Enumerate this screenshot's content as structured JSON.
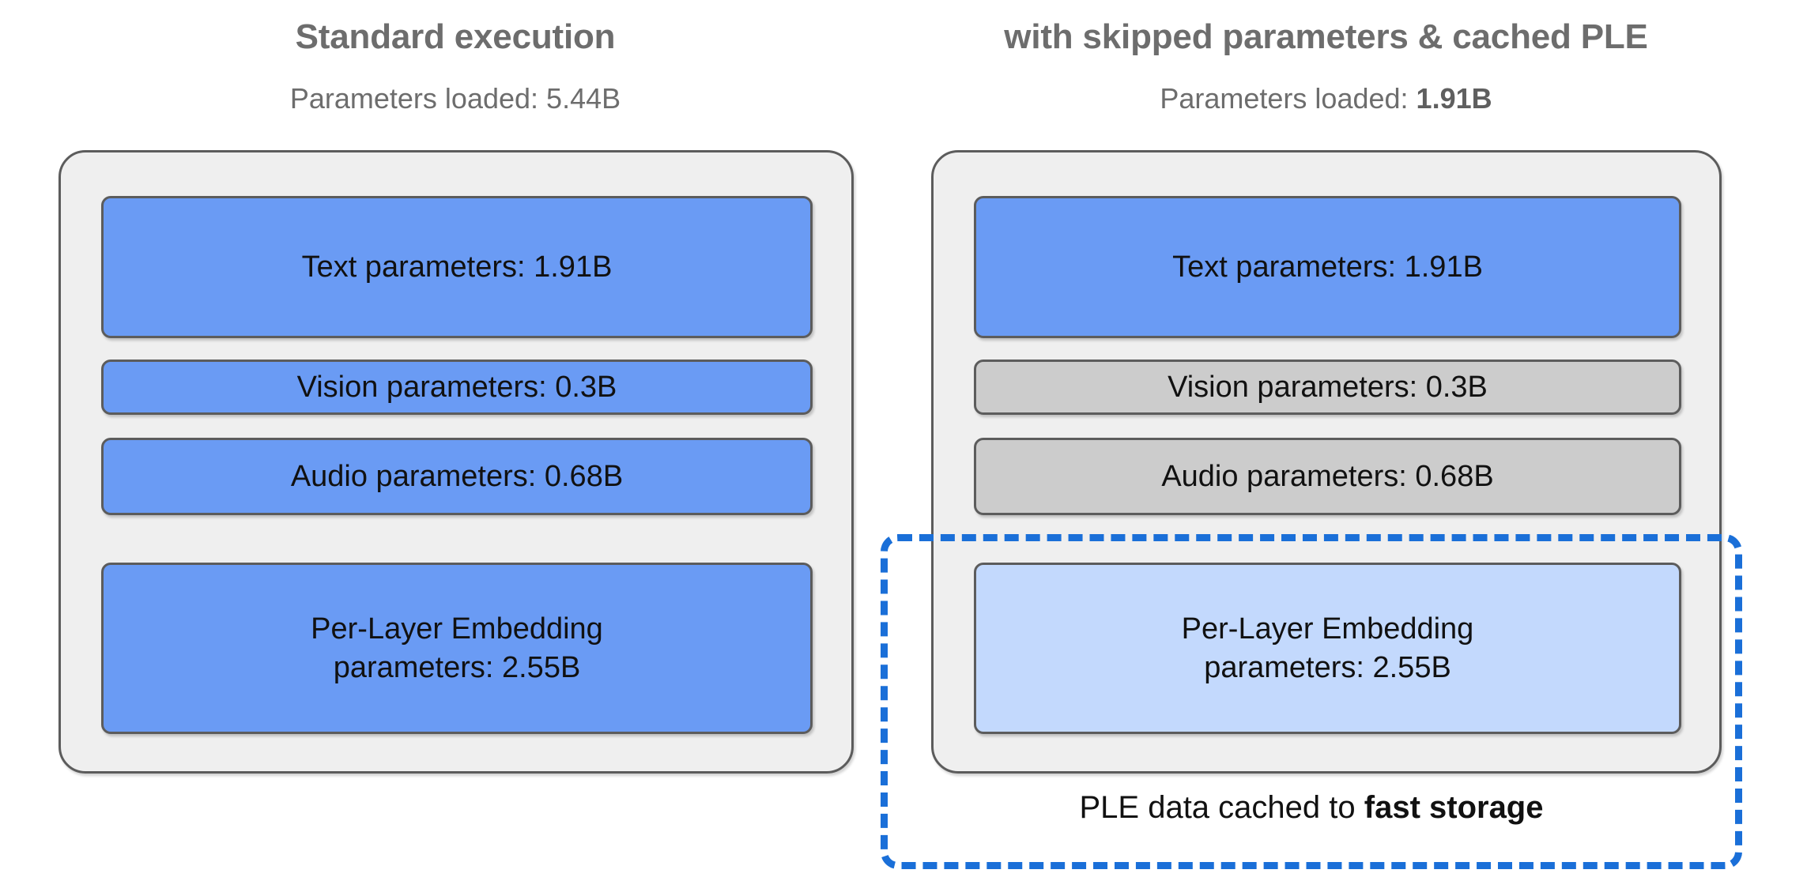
{
  "columns": [
    {
      "title": "Standard execution",
      "subtitle_prefix": "Parameters loaded: ",
      "subtitle_value": "5.44B",
      "subtitle_value_bold": false,
      "blocks": [
        {
          "name": "text-parameters",
          "label": "Text parameters: 1.91B",
          "style": "blue"
        },
        {
          "name": "vision-parameters",
          "label": "Vision parameters: 0.3B",
          "style": "blue"
        },
        {
          "name": "audio-parameters",
          "label": "Audio parameters: 0.68B",
          "style": "blue"
        },
        {
          "name": "ple-parameters-line1",
          "label": "Per-Layer Embedding",
          "style": "blue"
        },
        {
          "name": "ple-parameters-line2",
          "label": "parameters: 2.55B",
          "style": "blue"
        }
      ]
    },
    {
      "title": "with skipped parameters & cached PLE",
      "subtitle_prefix": "Parameters loaded: ",
      "subtitle_value": "1.91B",
      "subtitle_value_bold": true,
      "blocks": [
        {
          "name": "text-parameters",
          "label": "Text parameters: 1.91B",
          "style": "blue"
        },
        {
          "name": "vision-parameters",
          "label": "Vision parameters: 0.3B",
          "style": "gray"
        },
        {
          "name": "audio-parameters",
          "label": "Audio parameters: 0.68B",
          "style": "gray"
        },
        {
          "name": "ple-parameters-line1",
          "label": "Per-Layer Embedding",
          "style": "lightblue"
        },
        {
          "name": "ple-parameters-line2",
          "label": "parameters: 2.55B",
          "style": "lightblue"
        }
      ]
    }
  ],
  "cache_region": {
    "caption_prefix": "PLE data cached to ",
    "caption_emphasis": "fast storage"
  },
  "colors": {
    "active_blue": "#6a9bf4",
    "cached_light_blue": "#c3d9fd",
    "skipped_gray": "#cccccc",
    "panel_background": "#efefef",
    "panel_border": "#5c5c5c",
    "dashed_highlight": "#1a6fd8",
    "title_text": "#6d6d6d",
    "body_text": "#111111"
  }
}
